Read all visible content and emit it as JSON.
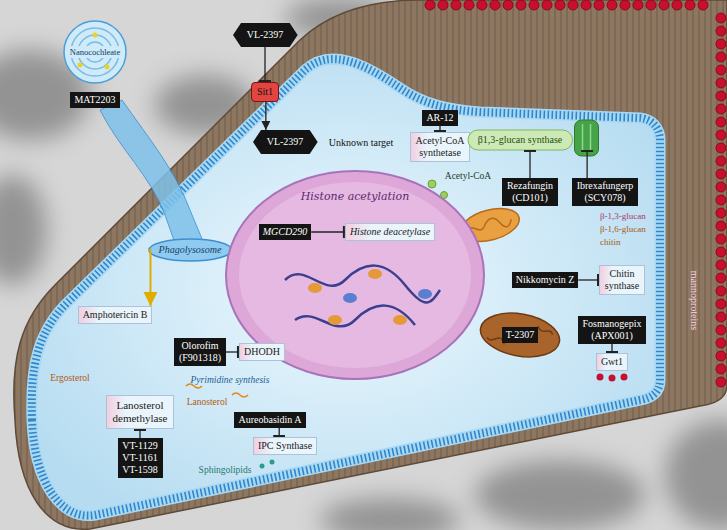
{
  "diagram": {
    "nodes": [
      {
        "text": [
          "Nanocochleate"
        ]
      },
      {
        "text": [
          "MAT2203"
        ]
      },
      {
        "text": [
          "VL-2397"
        ]
      },
      {
        "text": [
          "Sit1"
        ]
      },
      {
        "text": [
          "VL-2397"
        ]
      },
      {
        "text": [
          "AR-12"
        ]
      },
      {
        "text": [
          "Acetyl-CoA synthetase"
        ]
      },
      {
        "text": [
          "β1,3-glucan synthase"
        ]
      },
      {
        "text": [
          "Rezafungin (CD101)"
        ]
      },
      {
        "text": [
          "Ibrexafungerp (SCY078)"
        ]
      },
      {
        "text": [
          "Phagolysosome"
        ]
      },
      {
        "text": [
          "Histone acetylation"
        ]
      },
      {
        "text": [
          "MGCD290"
        ],
        "in": 11
      },
      {
        "text": [
          "Histone deacetylase"
        ],
        "in": 11
      },
      {
        "text": [
          "Nikkomycin Z"
        ]
      },
      {
        "text": [
          "Chitin synthase"
        ]
      },
      {
        "text": [
          "T-2307"
        ]
      },
      {
        "text": [
          "Fosmanogepix (APX001)"
        ]
      },
      {
        "text": [
          "Gwt1"
        ]
      },
      {
        "text": [
          "Amphotericin B"
        ]
      },
      {
        "text": [
          "Olorofim (F901318)"
        ]
      },
      {
        "text": [
          "DHODH"
        ]
      },
      {
        "text": [
          "Lanosterol demethylase"
        ]
      },
      {
        "text": [
          "VT-1129 VT-1161 VT-1598"
        ]
      },
      {
        "text": [
          "Aureobasidin A"
        ]
      },
      {
        "text": [
          "IPC Synthase"
        ]
      }
    ],
    "edges": [
      {
        "from": 2,
        "to": 3,
        "arrow": "none"
      },
      {
        "from": 3,
        "to": 4,
        "arrow": "to"
      },
      {
        "from": 5,
        "to": 6,
        "arrow": "none"
      },
      {
        "from": 8,
        "to": 7,
        "arrow": "none"
      },
      {
        "from": 9,
        "to": 7,
        "arrow": "none"
      },
      {
        "from": 10,
        "to": 19,
        "arrow": "to"
      },
      {
        "from": 12,
        "to": 13,
        "arrow": "none"
      },
      {
        "from": 14,
        "to": 15,
        "arrow": "none"
      },
      {
        "from": 17,
        "to": 18,
        "arrow": "none"
      },
      {
        "from": 20,
        "to": 21,
        "arrow": "none"
      },
      {
        "from": 23,
        "to": 22,
        "arrow": "none"
      },
      {
        "from": 24,
        "to": 25,
        "arrow": "none"
      }
    ],
    "labels": [
      "Unknown target",
      "Acetyl-CoA",
      "β-1,3-glucan",
      "β-1,6-glucan",
      "chitin",
      "mannoproteins",
      "Pyrimidine synthesis",
      "Ergosterol",
      "Lanosterol",
      "Sphingolipids"
    ]
  }
}
